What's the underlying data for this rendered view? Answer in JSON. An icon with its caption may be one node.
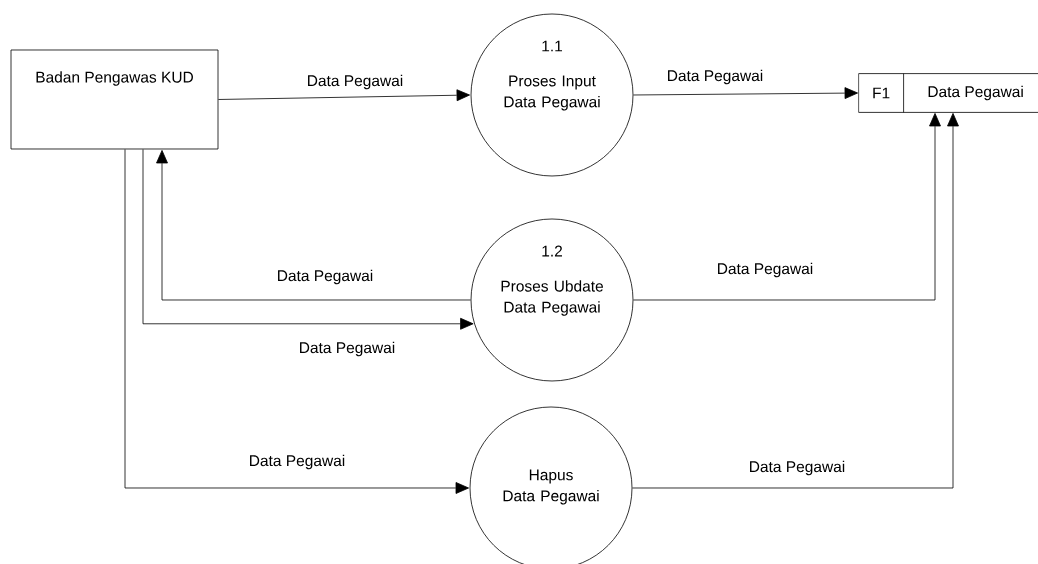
{
  "diagram": {
    "nodes": [
      {
        "text": [
          "Badan Pengawas KUD"
        ]
      },
      {
        "text": [
          "1.1",
          "Proses Input Data Pegawai"
        ]
      },
      {
        "text": [
          "1.2",
          "Proses Ubdate Data Pegawai"
        ]
      },
      {
        "text": [
          "Hapus Data Pegawai"
        ]
      },
      {
        "text": [
          "F1",
          "Data Pegawai"
        ]
      }
    ],
    "edges": [
      {
        "from": 0,
        "to": 1,
        "arrow": "to",
        "label": "Data Pegawai"
      },
      {
        "from": 1,
        "to": 4,
        "arrow": "to",
        "label": "Data Pegawai"
      },
      {
        "from": 2,
        "to": 0,
        "arrow": "to",
        "label": "Data Pegawai"
      },
      {
        "from": 0,
        "to": 2,
        "arrow": "to",
        "label": "Data Pegawai"
      },
      {
        "from": 2,
        "to": 4,
        "arrow": "to",
        "label": "Data Pegawai"
      },
      {
        "from": 0,
        "to": 3,
        "arrow": "to",
        "label": "Data Pegawai"
      },
      {
        "from": 3,
        "to": 4,
        "arrow": "to",
        "label": "Data Pegawai"
      }
    ]
  }
}
